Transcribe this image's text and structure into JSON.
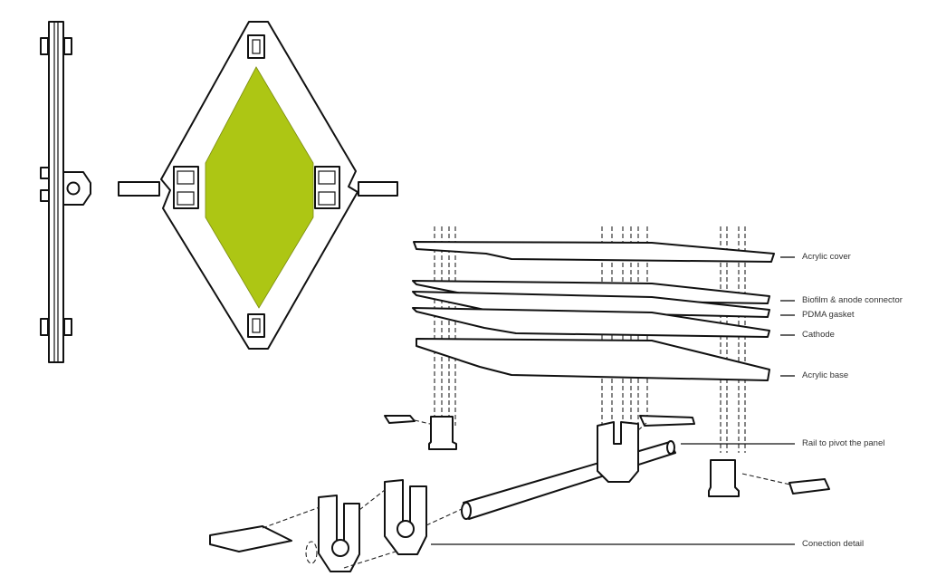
{
  "figure": {
    "title": "Exploded assembly diagram of microbial fuel cell panel",
    "accent_color": "#adc614",
    "line_color": "#111111"
  },
  "views": {
    "side_view": "side-elevation",
    "front_view": "front-elevation-rhombus",
    "exploded_view": "exploded-isometric"
  },
  "labels": [
    {
      "id": "acrylic_cover",
      "text": "Acrylic cover"
    },
    {
      "id": "biofilm_anode",
      "text": "Biofilm & anode connector"
    },
    {
      "id": "pdma_gasket",
      "text": "PDMA gasket"
    },
    {
      "id": "cathode",
      "text": "Cathode"
    },
    {
      "id": "acrylic_base",
      "text": "Acrylic base"
    },
    {
      "id": "rail",
      "text": "Rail to pivot the panel"
    },
    {
      "id": "connection",
      "text": "Conection detail"
    }
  ]
}
